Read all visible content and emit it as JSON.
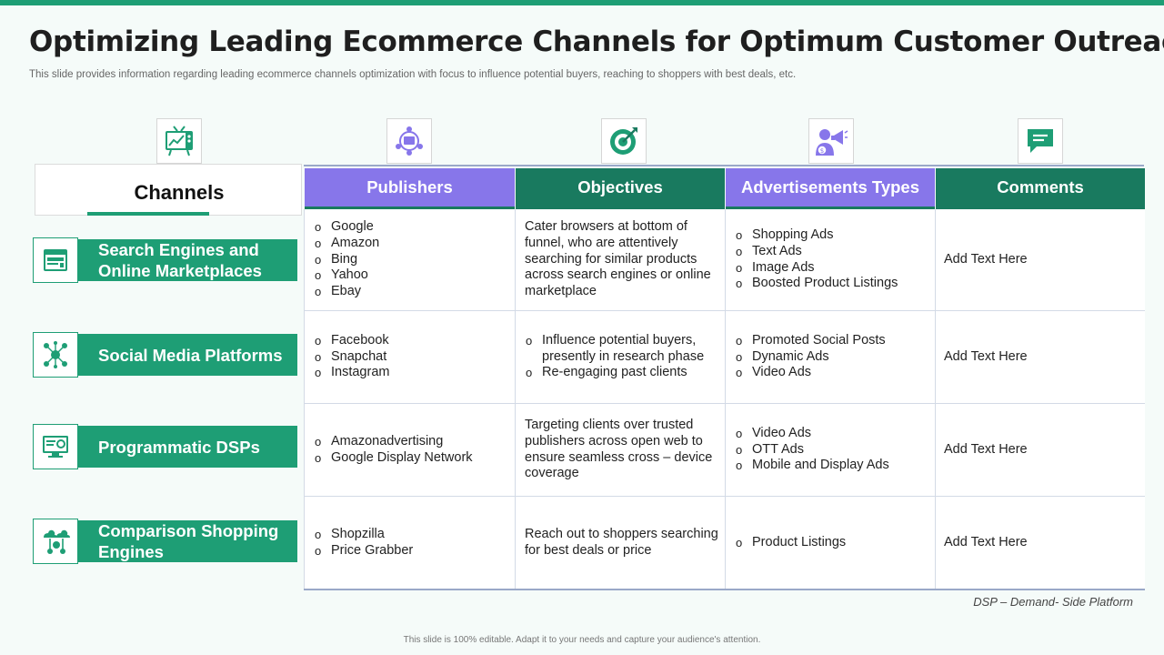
{
  "slide": {
    "title": "Optimizing Leading Ecommerce Channels for Optimum Customer Outreach",
    "subtitle": "This slide provides information regarding leading ecommerce channels optimization with focus to influence potential buyers, reaching to shoppers with best deals, etc.",
    "channels_header": "Channels",
    "footnote": "DSP – Demand- Side Platform",
    "footer": "This slide is 100% editable. Adapt it to your needs and capture your audience's attention."
  },
  "header_icons": [
    "tv-chart-icon",
    "network-users-icon",
    "target-icon",
    "marketing-megaphone-icon",
    "chat-comment-icon"
  ],
  "columns": {
    "publishers": "Publishers",
    "objectives": "Objectives",
    "ad_types": "Advertisements Types",
    "comments": "Comments"
  },
  "rows": [
    {
      "channel": "Search Engines and Online Marketplaces",
      "icon": "browser-window-icon",
      "publishers": [
        "Google",
        "Amazon",
        "Bing",
        "Yahoo",
        "Ebay"
      ],
      "objective_text": "Cater browsers at bottom of funnel, who are attentively searching for similar products across search engines or online marketplace",
      "objective_list": [],
      "ad_types": [
        "Shopping Ads",
        "Text Ads",
        "Image Ads",
        "Boosted Product Listings"
      ],
      "comment": "Add Text Here"
    },
    {
      "channel": "Social Media Platforms",
      "icon": "social-network-icon",
      "publishers": [
        "Facebook",
        "Snapchat",
        "Instagram"
      ],
      "objective_text": "",
      "objective_list": [
        "Influence potential buyers, presently in research phase",
        "Re-engaging past clients"
      ],
      "ad_types": [
        "Promoted Social Posts",
        "Dynamic Ads",
        "Video Ads"
      ],
      "comment": "Add Text Here"
    },
    {
      "channel": "Programmatic DSPs",
      "icon": "monitor-settings-icon",
      "publishers": [
        "Amazonadvertising",
        "Google Display Network"
      ],
      "objective_text": "Targeting clients over trusted publishers across open web to ensure seamless cross – device coverage",
      "objective_list": [],
      "ad_types": [
        "Video Ads",
        "OTT Ads",
        "Mobile and Display Ads"
      ],
      "comment": "Add Text Here"
    },
    {
      "channel": "Comparison Shopping Engines",
      "icon": "cloud-compare-icon",
      "publishers": [
        "Shopzilla",
        "Price Grabber"
      ],
      "objective_text": "Reach out to shoppers searching for best deals or price",
      "objective_list": [],
      "ad_types": [
        "Product Listings"
      ],
      "comment": "Add Text Here"
    }
  ],
  "colors": {
    "accent_green": "#1e9e75",
    "dark_green": "#197a5f",
    "purple": "#8776ea"
  }
}
